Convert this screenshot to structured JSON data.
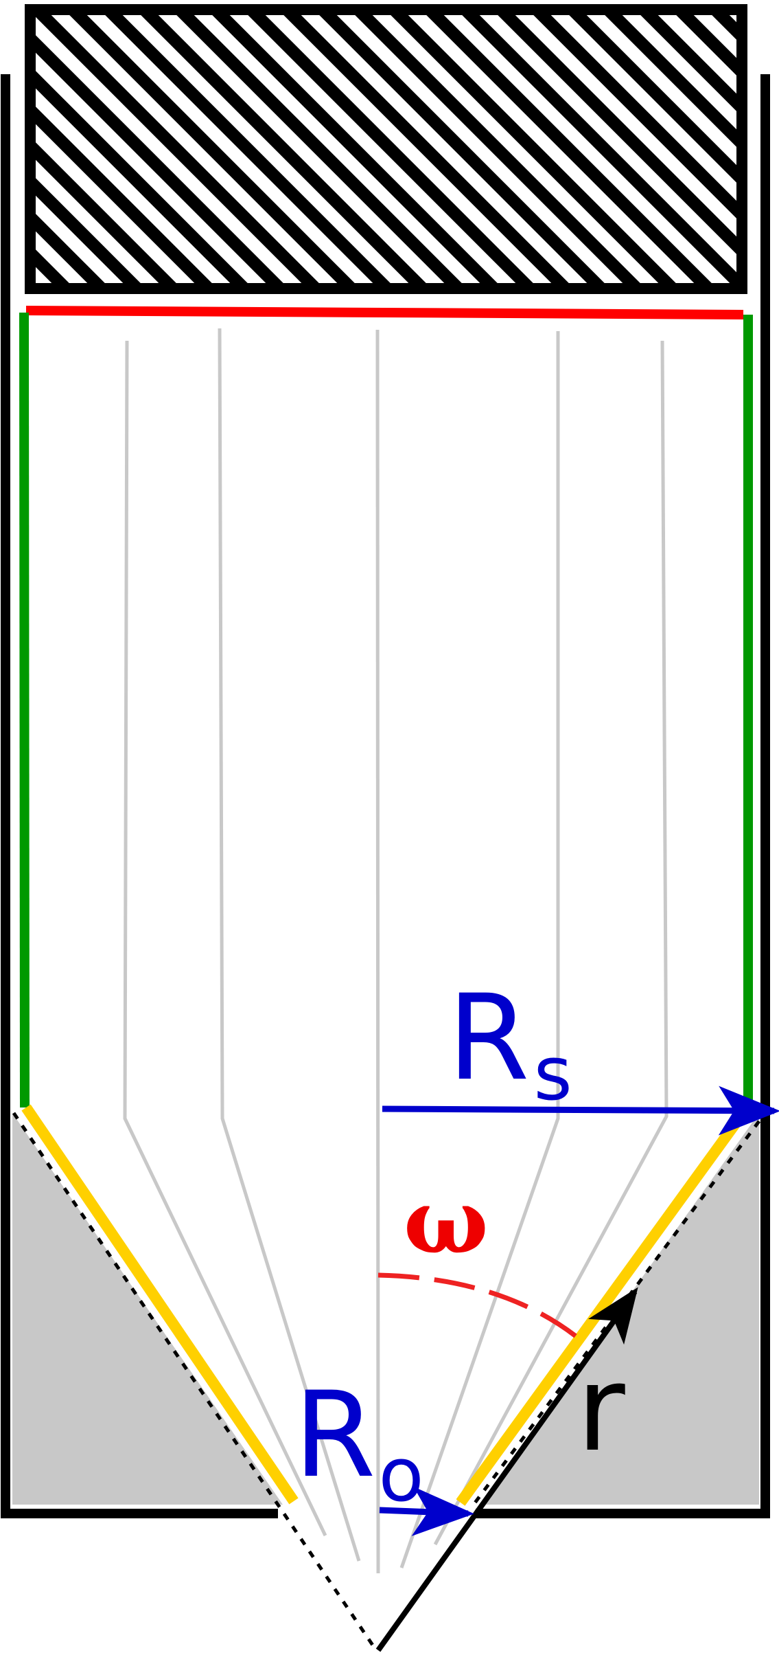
{
  "labels": {
    "rs_main": "R",
    "rs_sub": "s",
    "omega": "ω",
    "ro_main": "R",
    "ro_sub": "o",
    "r": "r"
  },
  "colors": {
    "outline": "#000000",
    "hatch": "#000000",
    "top_surface": "#ff0000",
    "side_walls": "#009900",
    "cone_walls": "#ffd000",
    "flow_lines": "#c8c8c8",
    "hopper_fill": "#c8c8c8",
    "radius_arrows": "#0000cc",
    "omega_arc": "#ee2222",
    "r_arrow": "#000000"
  }
}
